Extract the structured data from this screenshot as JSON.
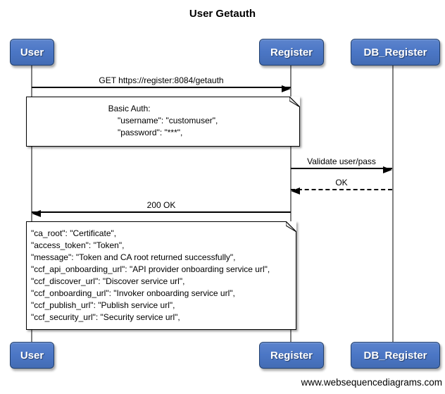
{
  "title": "User Getauth",
  "actors": [
    {
      "name": "User"
    },
    {
      "name": "Register"
    },
    {
      "name": "DB_Register"
    }
  ],
  "messages": [
    {
      "label": "GET https://register:8084/getauth",
      "from": "User",
      "to": "Register",
      "line": "solid"
    },
    {
      "label": "Validate user/pass",
      "from": "Register",
      "to": "DB_Register",
      "line": "solid"
    },
    {
      "label": "OK",
      "from": "DB_Register",
      "to": "Register",
      "line": "dashed"
    },
    {
      "label": "200 OK",
      "from": "Register",
      "to": "User",
      "line": "solid"
    }
  ],
  "notes": [
    {
      "lines": [
        "Basic Auth:",
        "    \"username\": \"customuser\",",
        "    \"password\": \"***\","
      ]
    },
    {
      "lines": [
        "\"ca_root\": \"Certificate\",",
        "\"access_token\": \"Token\",",
        "\"message\": \"Token and CA root returned successfully\",",
        "\"ccf_api_onboarding_url\": \"API provider onboarding service url\",",
        "\"ccf_discover_url\": \"Discover service url\",",
        "\"ccf_onboarding_url\": \"Invoker onboarding service url\",",
        "\"ccf_publish_url\": \"Publish service url\",",
        "\"ccf_security_url\": \"Security service url\","
      ]
    }
  ],
  "watermark": "www.websequencediagrams.com",
  "colors": {
    "actor_fill": "#4b76c5",
    "actor_border": "#203f6e",
    "lifeline": "#808080",
    "note_fill": "#ffffff",
    "line": "#000000"
  }
}
